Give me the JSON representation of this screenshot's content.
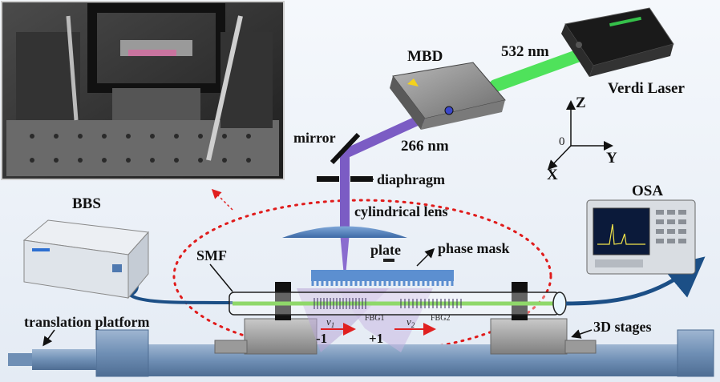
{
  "labels": {
    "mbd": "MBD",
    "wavelength_green": "532 nm",
    "verdi_laser": "Verdi Laser",
    "mirror": "mirror",
    "wavelength_uv": "266 nm",
    "diaphragm": "diaphragm",
    "cylindrical_lens": "cylindrical lens",
    "bbs": "BBS",
    "osa": "OSA",
    "smf": "SMF",
    "plate": "plate",
    "phase_mask": "phase mask",
    "translation_platform": "translation platform",
    "stages_3d": "3D stages",
    "fbg1": "FBG1",
    "fbg2": "FBG2",
    "v1": "v",
    "v1_sub": "1",
    "v2": "v",
    "v2_sub": "2",
    "order_minus": "-1",
    "order_plus": "+1"
  },
  "axes": {
    "z": "Z",
    "y": "Y",
    "x": "X",
    "origin": "0"
  },
  "colors": {
    "green_beam": "#3ee04a",
    "uv_beam": "#7b5cc4",
    "fiber": "#1c4f86",
    "grating": "#5c8fd0",
    "dotted_ellipse": "#e01b1b",
    "velocity_arrow": "#e02020"
  }
}
